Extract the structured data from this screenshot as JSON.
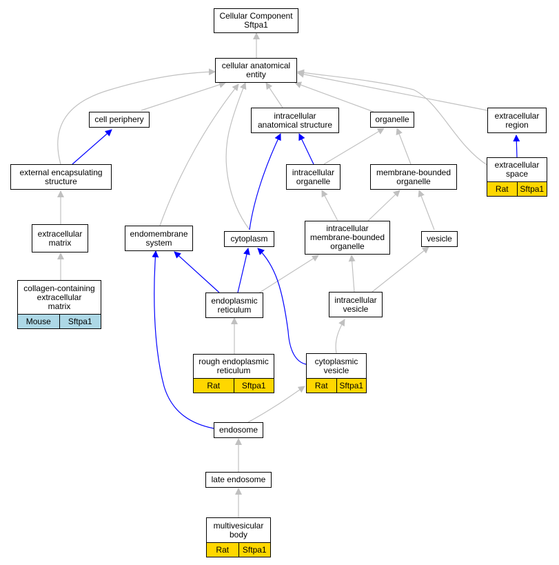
{
  "nodes": {
    "cc": {
      "label": "Cellular Component\nSftpa1"
    },
    "cae": {
      "label": "cellular anatomical\nentity"
    },
    "cp": {
      "label": "cell periphery"
    },
    "ias": {
      "label": "intracellular\nanatomical structure"
    },
    "org": {
      "label": "organelle"
    },
    "er": {
      "label": "extracellular\nregion"
    },
    "ees": {
      "label": "external encapsulating\nstructure"
    },
    "io": {
      "label": "intracellular\norganelle"
    },
    "mbo": {
      "label": "membrane-bounded\norganelle"
    },
    "es": {
      "label": "extracellular\nspace",
      "annotation": [
        "Rat",
        "Sftpa1"
      ]
    },
    "em": {
      "label": "extracellular\nmatrix"
    },
    "ems": {
      "label": "endomembrane\nsystem"
    },
    "cyt": {
      "label": "cytoplasm"
    },
    "imbo": {
      "label": "intracellular\nmembrane-bounded\norganelle"
    },
    "ves": {
      "label": "vesicle"
    },
    "ccem": {
      "label": "collagen-containing\nextracellular\nmatrix",
      "annotation": [
        "Mouse",
        "Sftpa1"
      ]
    },
    "endr": {
      "label": "endoplasmic\nreticulum"
    },
    "iv": {
      "label": "intracellular\nvesicle"
    },
    "rer": {
      "label": "rough endoplasmic\nreticulum",
      "annotation": [
        "Rat",
        "Sftpa1"
      ]
    },
    "cv": {
      "label": "cytoplasmic\nvesicle",
      "annotation": [
        "Rat",
        "Sftpa1"
      ]
    },
    "endo": {
      "label": "endosome"
    },
    "le": {
      "label": "late endosome"
    },
    "mvb": {
      "label": "multivesicular\nbody",
      "annotation": [
        "Rat",
        "Sftpa1"
      ]
    }
  },
  "colors": {
    "is_a_edge": "#c0c0c0",
    "part_of_edge": "#0000ff",
    "rat_annotation": "#ffd700",
    "mouse_annotation": "#add8e6"
  }
}
